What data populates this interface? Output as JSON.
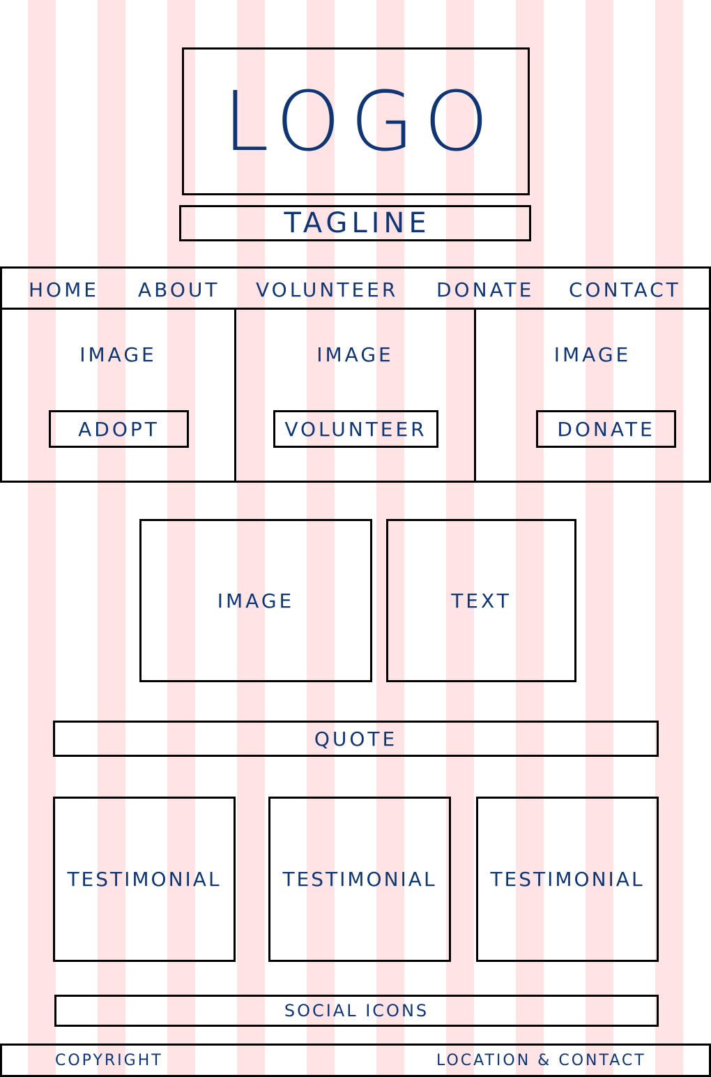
{
  "header": {
    "logo_text": "LOGO",
    "tagline": "TAGLINE"
  },
  "nav": {
    "items": [
      {
        "label": "HOME"
      },
      {
        "label": "ABOUT"
      },
      {
        "label": "VOLUNTEER"
      },
      {
        "label": "DONATE"
      },
      {
        "label": "CONTACT"
      }
    ]
  },
  "panels": [
    {
      "image_label": "IMAGE",
      "button_label": "ADOPT"
    },
    {
      "image_label": "IMAGE",
      "button_label": "VOLUNTEER"
    },
    {
      "image_label": "IMAGE",
      "button_label": "DONATE"
    }
  ],
  "feature": {
    "image_label": "IMAGE",
    "text_label": "TEXT"
  },
  "quote": {
    "label": "QUOTE"
  },
  "testimonials": [
    {
      "label": "TESTIMONIAL"
    },
    {
      "label": "TESTIMONIAL"
    },
    {
      "label": "TESTIMONIAL"
    }
  ],
  "social": {
    "label": "SOCIAL ICONS"
  },
  "footer": {
    "copyright": "COPYRIGHT",
    "location_contact": "LOCATION & CONTACT"
  },
  "colors": {
    "text": "#0f3672",
    "border": "#000000",
    "grid_stripe": "#ffe3e5",
    "background": "#ffffff"
  }
}
